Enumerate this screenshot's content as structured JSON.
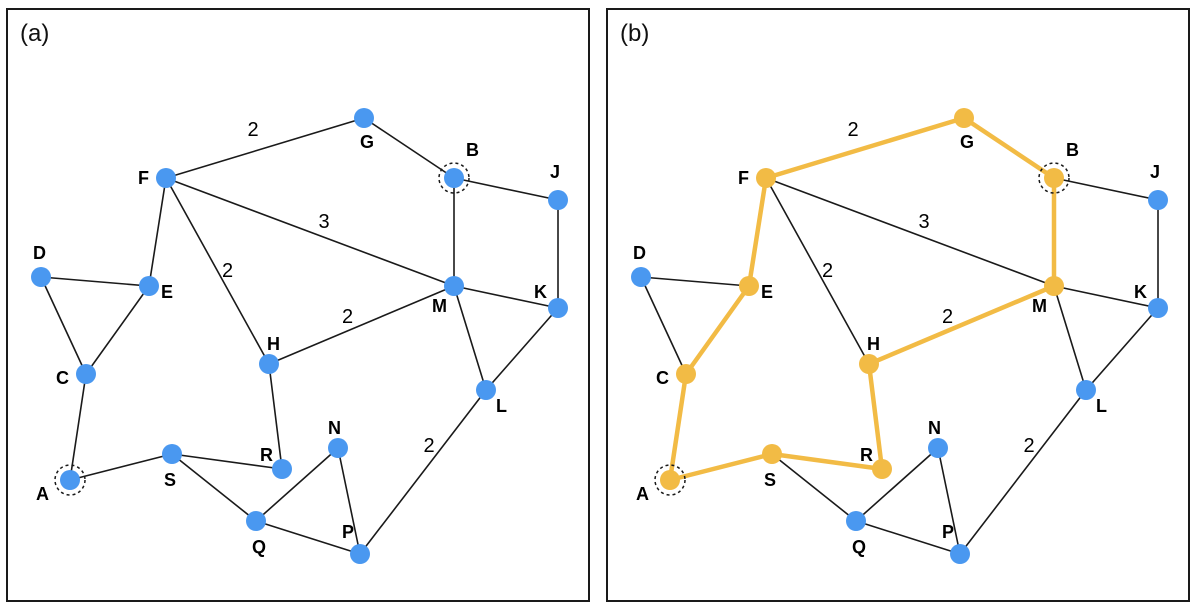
{
  "panels": [
    {
      "tag": "(a)"
    },
    {
      "tag": "(b)"
    }
  ],
  "colors": {
    "node_default": "#4a98f0",
    "node_highlight": "#f2bb45",
    "edge_default": "#1a1a1a",
    "edge_highlight": "#f2bb45",
    "terminal_ring": "#1a1a1a"
  },
  "graph": {
    "nodes": [
      "A",
      "B",
      "C",
      "D",
      "E",
      "F",
      "G",
      "H",
      "J",
      "K",
      "L",
      "M",
      "N",
      "P",
      "Q",
      "R",
      "S"
    ],
    "terminals": [
      "A",
      "B"
    ],
    "edges": [
      {
        "from": "F",
        "to": "G",
        "weight": "2"
      },
      {
        "from": "G",
        "to": "B",
        "weight": ""
      },
      {
        "from": "B",
        "to": "J",
        "weight": ""
      },
      {
        "from": "F",
        "to": "M",
        "weight": "3"
      },
      {
        "from": "F",
        "to": "H",
        "weight": "2"
      },
      {
        "from": "F",
        "to": "E",
        "weight": ""
      },
      {
        "from": "B",
        "to": "M",
        "weight": ""
      },
      {
        "from": "J",
        "to": "K",
        "weight": ""
      },
      {
        "from": "D",
        "to": "E",
        "weight": ""
      },
      {
        "from": "D",
        "to": "C",
        "weight": ""
      },
      {
        "from": "E",
        "to": "C",
        "weight": ""
      },
      {
        "from": "H",
        "to": "M",
        "weight": "2"
      },
      {
        "from": "M",
        "to": "K",
        "weight": ""
      },
      {
        "from": "M",
        "to": "L",
        "weight": ""
      },
      {
        "from": "K",
        "to": "L",
        "weight": ""
      },
      {
        "from": "H",
        "to": "R",
        "weight": ""
      },
      {
        "from": "C",
        "to": "A",
        "weight": ""
      },
      {
        "from": "A",
        "to": "S",
        "weight": ""
      },
      {
        "from": "S",
        "to": "R",
        "weight": ""
      },
      {
        "from": "S",
        "to": "Q",
        "weight": ""
      },
      {
        "from": "Q",
        "to": "N",
        "weight": ""
      },
      {
        "from": "N",
        "to": "P",
        "weight": ""
      },
      {
        "from": "Q",
        "to": "P",
        "weight": ""
      },
      {
        "from": "L",
        "to": "P",
        "weight": "2"
      }
    ]
  },
  "highlighted_path": {
    "panel": "(b)",
    "nodes": [
      "A",
      "C",
      "E",
      "F",
      "G",
      "B",
      "M",
      "H",
      "R",
      "S"
    ],
    "edges": [
      [
        "A",
        "C"
      ],
      [
        "C",
        "E"
      ],
      [
        "E",
        "F"
      ],
      [
        "F",
        "G"
      ],
      [
        "G",
        "B"
      ],
      [
        "B",
        "M"
      ],
      [
        "M",
        "H"
      ],
      [
        "H",
        "R"
      ],
      [
        "R",
        "S"
      ],
      [
        "S",
        "A"
      ]
    ]
  }
}
